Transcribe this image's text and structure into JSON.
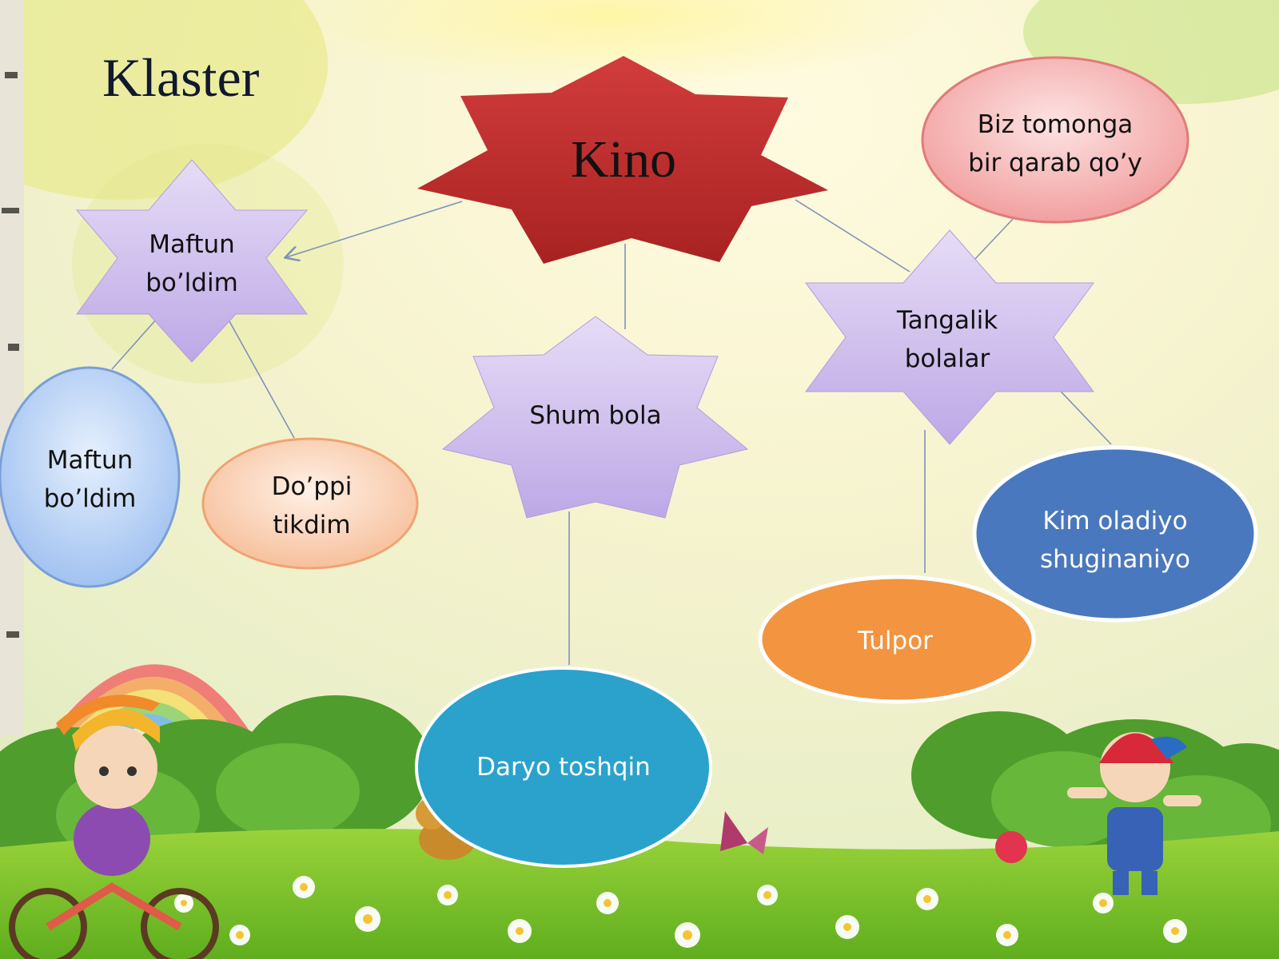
{
  "slide": {
    "title": "Klaster"
  },
  "diagram": {
    "center": {
      "label": "Kino",
      "color": "#c23030"
    },
    "nodes": [
      {
        "id": "maftun-star",
        "label": "Maftun bo’ldim",
        "shape": "star-6",
        "color": "#c9b8e8"
      },
      {
        "id": "shum-bola",
        "label": "Shum bola",
        "shape": "star-7",
        "color": "#c9b8e8"
      },
      {
        "id": "tangalik",
        "label": "Tangalik bolalar",
        "shape": "star-6",
        "color": "#c9b8e8"
      },
      {
        "id": "biz-tomonga",
        "label": "Biz tomonga bir qarab qo’y",
        "shape": "ellipse",
        "color": "#f3a4a4"
      },
      {
        "id": "maftun-oval",
        "label": "Maftun bo’ldim",
        "shape": "ellipse",
        "color": "#a8c8f2"
      },
      {
        "id": "doppi",
        "label": "Do’ppi tikdim",
        "shape": "ellipse",
        "color": "#f8c9aa"
      },
      {
        "id": "daryo",
        "label": "Daryo toshqin",
        "shape": "ellipse",
        "color": "#2aa2cc"
      },
      {
        "id": "tulpor",
        "label": "Tulpor",
        "shape": "ellipse",
        "color": "#f29440"
      },
      {
        "id": "kim-oladiyo",
        "label": "Kim oladiyo shuginaniyo",
        "shape": "ellipse",
        "color": "#4a78be"
      }
    ],
    "edges": [
      {
        "from": "Kino",
        "to": "Maftun bo’ldim",
        "arrow": true
      },
      {
        "from": "Kino",
        "to": "Shum bola",
        "arrow": false
      },
      {
        "from": "Kino",
        "to": "Tangalik bolalar",
        "arrow": false
      },
      {
        "from": "Maftun bo’ldim",
        "to": "Maftun bo’ldim",
        "arrow": false
      },
      {
        "from": "Maftun bo’ldim",
        "to": "Do’ppi tikdim",
        "arrow": false
      },
      {
        "from": "Shum bola",
        "to": "Daryo toshqin",
        "arrow": false
      },
      {
        "from": "Tangalik bolalar",
        "to": "Biz tomonga bir qarab qo’y",
        "arrow": false
      },
      {
        "from": "Tangalik bolalar",
        "to": "Tulpor",
        "arrow": false
      },
      {
        "from": "Tangalik bolalar",
        "to": "Kim oladiyo shuginaniyo",
        "arrow": false
      }
    ],
    "line_color": "#7f93b8"
  }
}
